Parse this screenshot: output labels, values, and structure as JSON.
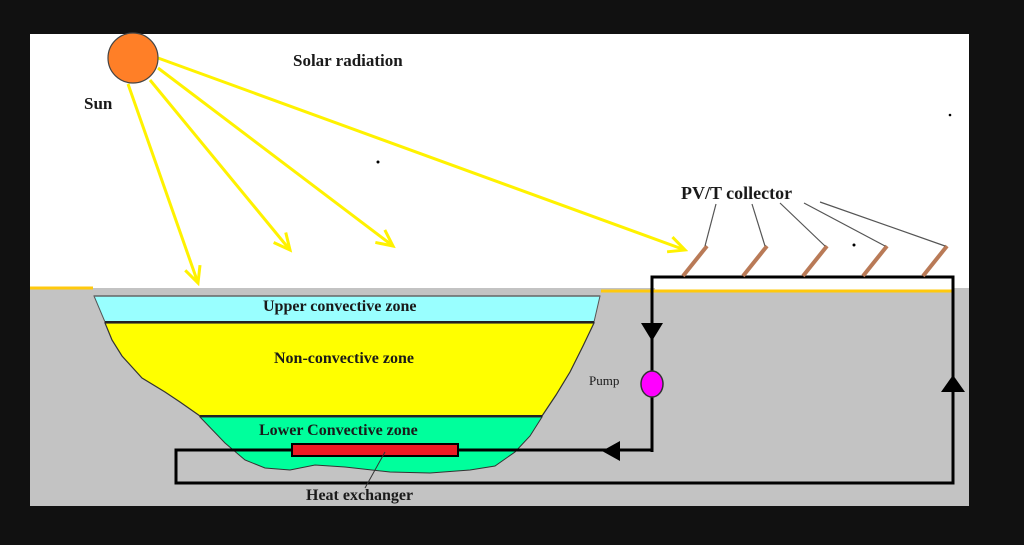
{
  "diagram": {
    "type": "solar-pond-pvt-system",
    "labels": {
      "sun": "Sun",
      "solar_radiation": "Solar radiation",
      "pvt_collector": "PV/T collector",
      "upper_zone": "Upper convective zone",
      "non_convective_zone": "Non-convective zone",
      "lower_zone": "Lower Convective zone",
      "heat_exchanger": "Heat exchanger",
      "pump": "Pump"
    },
    "colors": {
      "sun": "#FF7F27",
      "rays": "#FFF200",
      "upper_zone": "#99FFFF",
      "non_convective_zone": "#FFFF00",
      "lower_zone": "#00FF9C",
      "ground": "#C3C3C3",
      "ground_surface": "#FFC90E",
      "heat_exchanger": "#ED1C24",
      "pump": "#FF00FF",
      "collector": "#B97A57",
      "pipe": "#000000",
      "background": "#FFFFFF",
      "frame": "#111111"
    },
    "collector_count": 5,
    "ray_count": 4
  }
}
